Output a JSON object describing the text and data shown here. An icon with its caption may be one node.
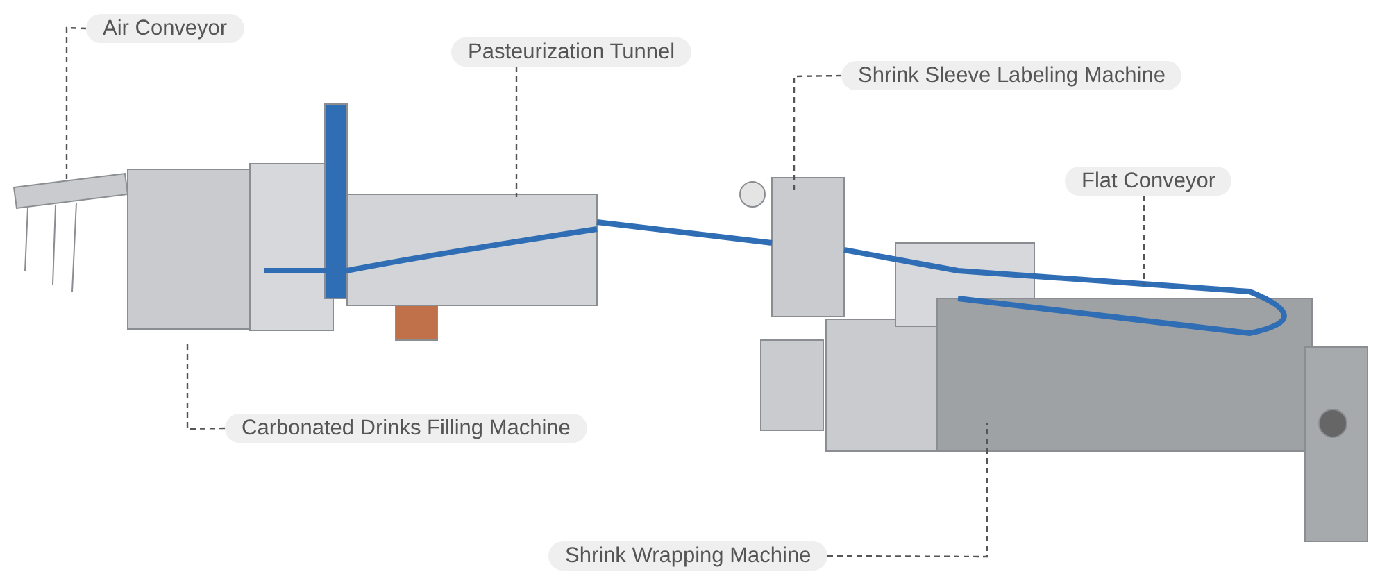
{
  "diagram": {
    "nodes": [
      {
        "text": [
          "Air Conveyor"
        ]
      },
      {
        "text": [
          "Pasteurization Tunnel"
        ]
      },
      {
        "text": [
          "Shrink Sleeve Labeling Machine"
        ]
      },
      {
        "text": [
          "Flat Conveyor"
        ]
      },
      {
        "text": [
          "Carbonated Drinks Filling Machine"
        ]
      },
      {
        "text": [
          "Shrink Wrapping Machine"
        ]
      }
    ],
    "edges": [
      {
        "from": 0,
        "to": null,
        "arrow": "none",
        "style": "dashed"
      },
      {
        "from": 1,
        "to": null,
        "arrow": "none",
        "style": "dashed"
      },
      {
        "from": 2,
        "to": null,
        "arrow": "none",
        "style": "dashed"
      },
      {
        "from": 3,
        "to": null,
        "arrow": "none",
        "style": "dashed"
      },
      {
        "from": 4,
        "to": null,
        "arrow": "none",
        "style": "dashed"
      },
      {
        "from": 5,
        "to": null,
        "arrow": "none",
        "style": "dashed"
      }
    ]
  }
}
